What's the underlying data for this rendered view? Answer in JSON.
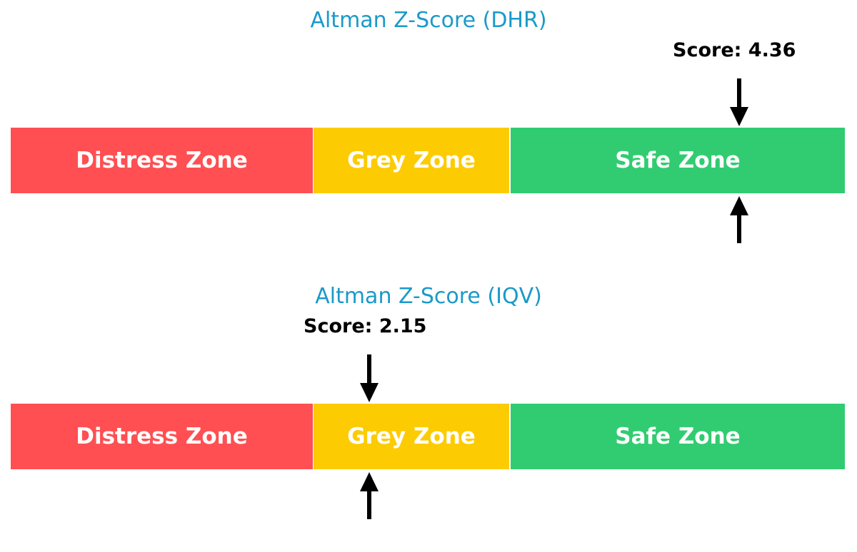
{
  "colors": {
    "title": "#1a9ac9",
    "distress": "#ff4f52",
    "grey": "#fdcb01",
    "safe": "#31cc71"
  },
  "charts": [
    {
      "title": "Altman Z-Score (DHR)",
      "score_label": "Score: 4.36",
      "score": 4.36,
      "zones": [
        "Distress Zone",
        "Grey Zone",
        "Safe Zone"
      ]
    },
    {
      "title": "Altman Z-Score (IQV)",
      "score_label": "Score: 2.15",
      "score": 2.15,
      "zones": [
        "Distress Zone",
        "Grey Zone",
        "Safe Zone"
      ]
    }
  ],
  "chart_data": [
    {
      "type": "bar",
      "title": "Altman Z-Score (DHR)",
      "categories": [
        "Distress Zone",
        "Grey Zone",
        "Safe Zone"
      ],
      "zone_ranges": [
        [
          0,
          1.8
        ],
        [
          1.8,
          3.0
        ],
        [
          3.0,
          5.0
        ]
      ],
      "value": 4.36,
      "annotation": "Score: 4.36",
      "indicator_zone": "Safe Zone"
    },
    {
      "type": "bar",
      "title": "Altman Z-Score (IQV)",
      "categories": [
        "Distress Zone",
        "Grey Zone",
        "Safe Zone"
      ],
      "zone_ranges": [
        [
          0,
          1.8
        ],
        [
          1.8,
          3.0
        ],
        [
          3.0,
          5.0
        ]
      ],
      "value": 2.15,
      "annotation": "Score: 2.15",
      "indicator_zone": "Grey Zone"
    }
  ]
}
